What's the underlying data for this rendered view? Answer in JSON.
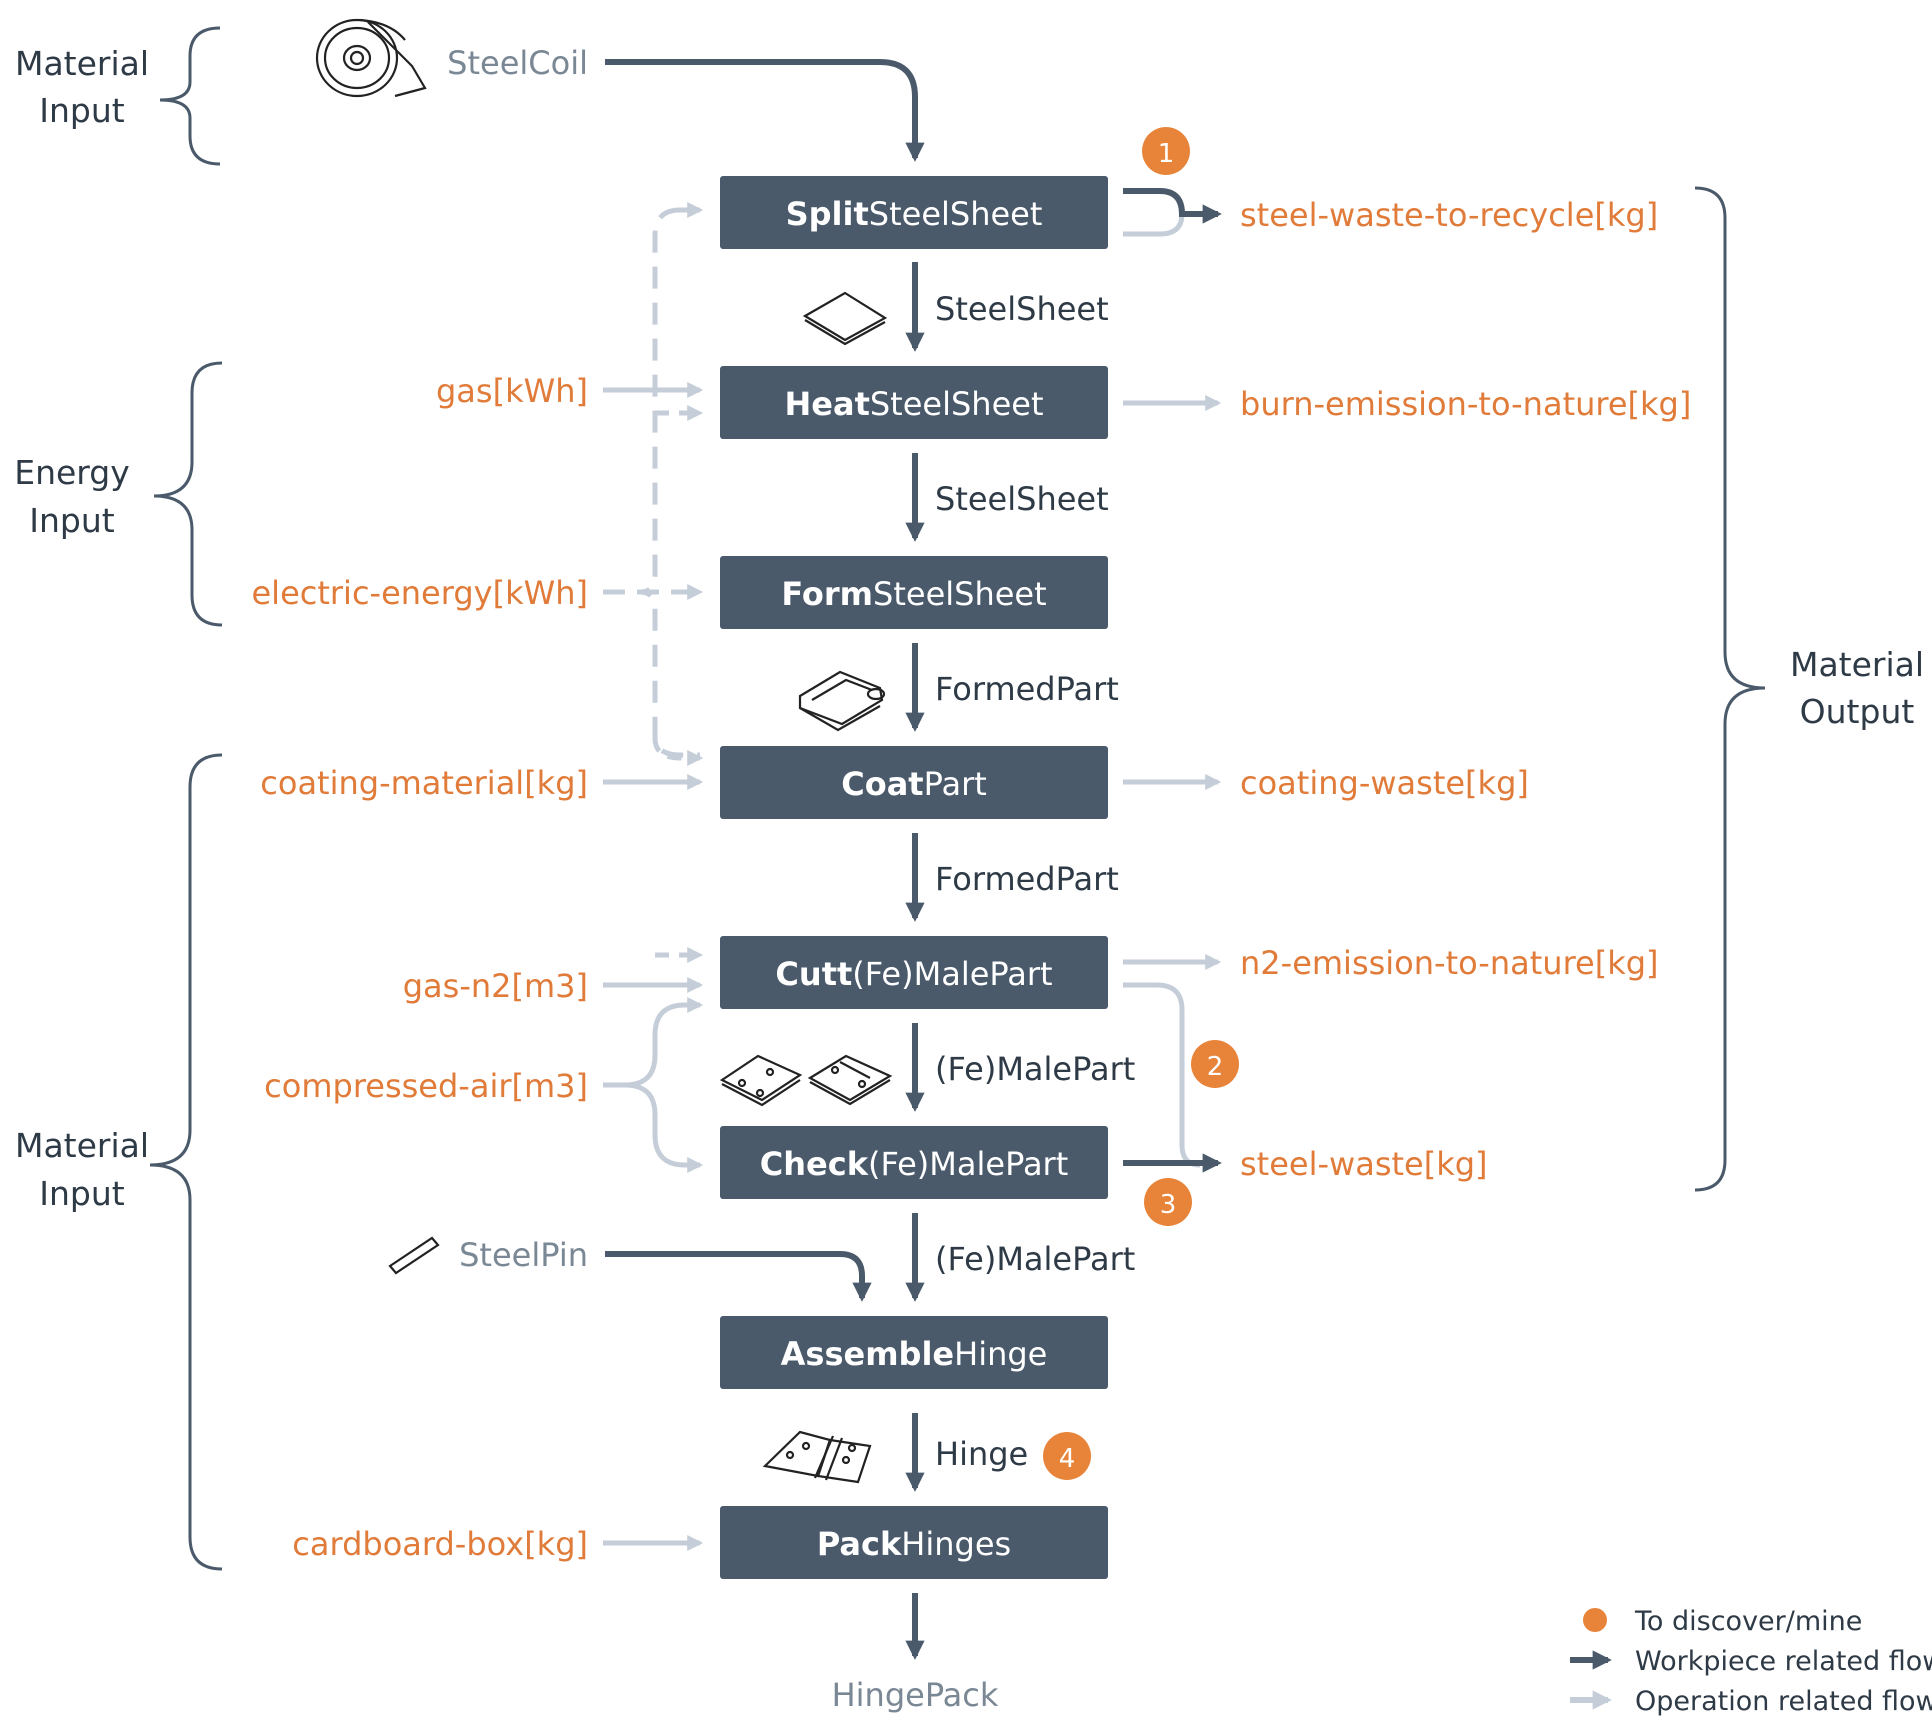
{
  "colors": {
    "process": "#4a5a6b",
    "workpiece": "#4a5a6b",
    "operation": "#c5ced8",
    "resource": "#e07b39",
    "material": "#7a8794",
    "label": "#2e3a46",
    "badge": "#e8843a"
  },
  "groups": {
    "material_input_top": [
      "Material",
      "Input"
    ],
    "energy_input": [
      "Energy",
      "Input"
    ],
    "material_input_bottom": [
      "Material",
      "Input"
    ],
    "material_output": [
      "Material",
      "Output"
    ]
  },
  "processes": [
    {
      "bold": "Split",
      "rest": "SteelSheet"
    },
    {
      "bold": "Heat",
      "rest": "SteelSheet"
    },
    {
      "bold": "Form",
      "rest": "SteelSheet"
    },
    {
      "bold": "Coat",
      "rest": "Part"
    },
    {
      "bold": "Cutt",
      "rest": "(Fe)MalePart"
    },
    {
      "bold": "Check",
      "rest": "(Fe)MalePart"
    },
    {
      "bold": "Assemble",
      "rest": "Hinge"
    },
    {
      "bold": "Pack",
      "rest": "Hinges"
    }
  ],
  "materials": {
    "steel_coil": "SteelCoil",
    "steel_pin": "SteelPin",
    "hinge_pack": "HingePack"
  },
  "workpieces": [
    "SteelSheet",
    "SteelSheet",
    "FormedPart",
    "FormedPart",
    "(Fe)MalePart",
    "(Fe)MalePart",
    "Hinge"
  ],
  "inputs": {
    "gas": "gas[kWh]",
    "electric": "electric-energy[kWh]",
    "coating": "coating-material[kg]",
    "n2": "gas-n2[m3]",
    "air": "compressed-air[m3]",
    "cardboard": "cardboard-box[kg]"
  },
  "outputs": {
    "recycle": "steel-waste-to-recycle[kg]",
    "burn": "burn-emission-to-nature[kg]",
    "coating_waste": "coating-waste[kg]",
    "n2_emission": "n2-emission-to-nature[kg]",
    "steel_waste": "steel-waste[kg]"
  },
  "badges": [
    "1",
    "2",
    "3",
    "4"
  ],
  "legend": {
    "discover": "To discover/mine",
    "workpiece": "Workpiece related flow",
    "operation": "Operation related flow"
  },
  "icons": [
    "steel-coil-icon",
    "steel-sheet-icon",
    "formed-part-icon",
    "male-part-icon",
    "steel-pin-icon",
    "hinge-icon"
  ]
}
